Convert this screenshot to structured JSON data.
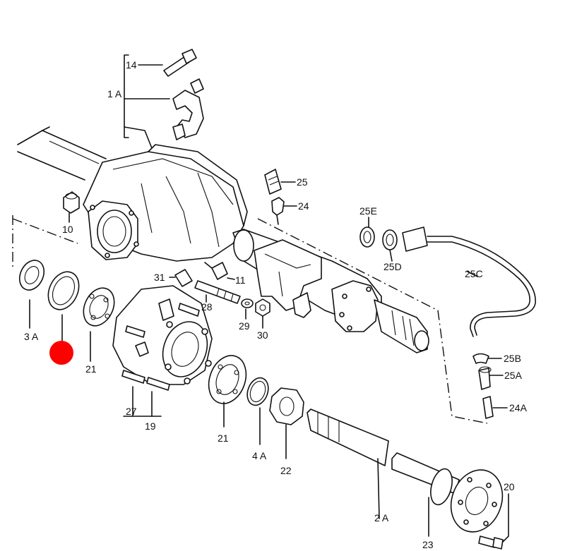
{
  "labels": {
    "l14": "14",
    "l1A": "1 A",
    "l25": "25",
    "l24": "24",
    "l10": "10",
    "l25E": "25E",
    "l25D": "25D",
    "l25C": "25C",
    "l31": "31",
    "l11": "11",
    "l28": "28",
    "l29": "29",
    "l30": "30",
    "l3A": "3 A",
    "l21a": "21",
    "l25B": "25B",
    "l25A": "25A",
    "l27": "27",
    "l19": "19",
    "l24A": "24A",
    "l21b": "21",
    "l4A": "4 A",
    "l22": "22",
    "l20": "20",
    "l2A": "2 A",
    "l23": "23"
  },
  "colors": {
    "line": "#111111",
    "background": "#ffffff",
    "marker": "#ff0000"
  }
}
